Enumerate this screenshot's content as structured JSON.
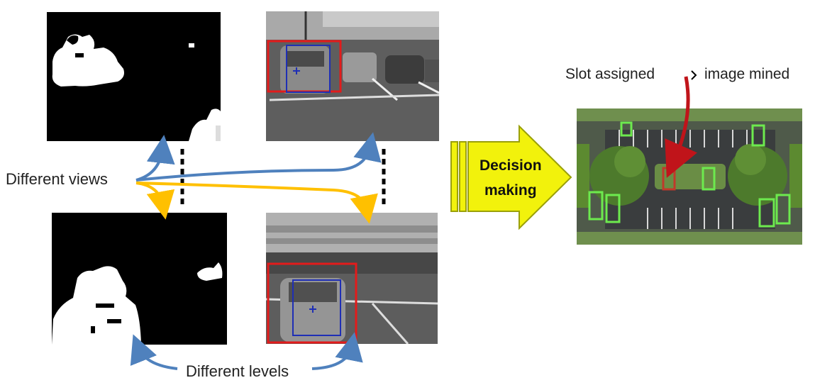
{
  "labels": {
    "different_views": "Different views",
    "different_levels": "Different levels",
    "decision_line1": "Decision",
    "decision_line2": "making",
    "slot_assigned": "Slot assigned",
    "image_mined": "image mined"
  },
  "colors": {
    "blue_arrow": "#4f81bd",
    "orange_arrow": "#ffc000",
    "red_box": "#e21b1b",
    "blue_box": "#1f2fb5",
    "decision_fill": "#f2f20c",
    "decision_stroke": "#9aa00a",
    "slot_green": "#6dea4e",
    "slot_red": "#c0392b",
    "assign_arrow": "#c0141a"
  },
  "panels": [
    {
      "name": "foreground-mask-top",
      "kind": "binary-mask"
    },
    {
      "name": "camera-view-top",
      "kind": "grayscale-photo"
    },
    {
      "name": "foreground-mask-bottom",
      "kind": "binary-mask"
    },
    {
      "name": "camera-view-bottom",
      "kind": "grayscale-photo"
    },
    {
      "name": "aerial-parking-map",
      "kind": "aerial-photo"
    }
  ]
}
